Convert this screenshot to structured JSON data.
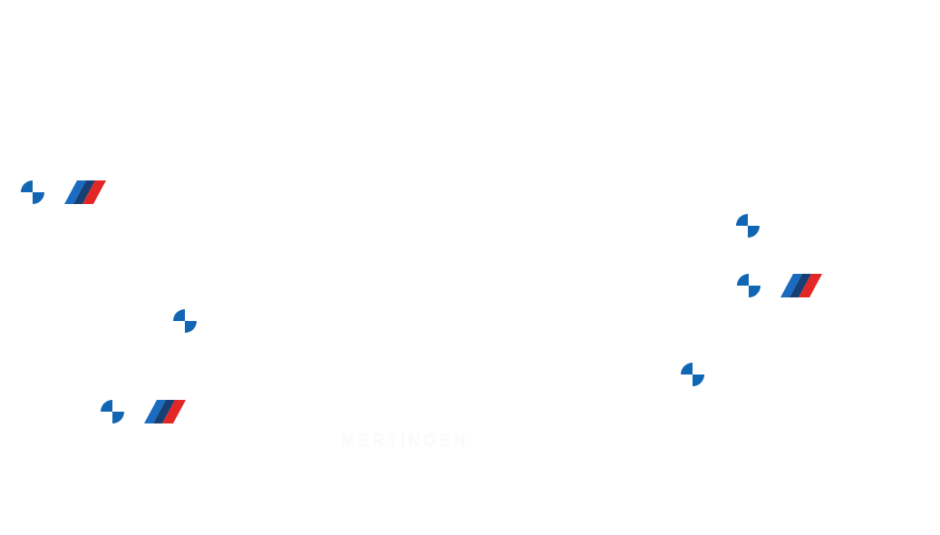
{
  "map": {
    "place_labels": [
      {
        "text": "MERTINGEN"
      }
    ],
    "markers": [
      {
        "type": "bmw",
        "has_m_badge": true
      },
      {
        "type": "bmw",
        "has_m_badge": false
      },
      {
        "type": "bmw",
        "has_m_badge": true
      },
      {
        "type": "bmw",
        "has_m_badge": false
      },
      {
        "type": "bmw",
        "has_m_badge": true
      },
      {
        "type": "bmw",
        "has_m_badge": false
      }
    ],
    "colors": {
      "bmw_blue": "#1166b3",
      "m_light_blue": "#1b6cc0",
      "m_dark_blue": "#163f73",
      "m_red": "#e32726",
      "label": "#fafafa",
      "background": "#ffffff"
    }
  }
}
